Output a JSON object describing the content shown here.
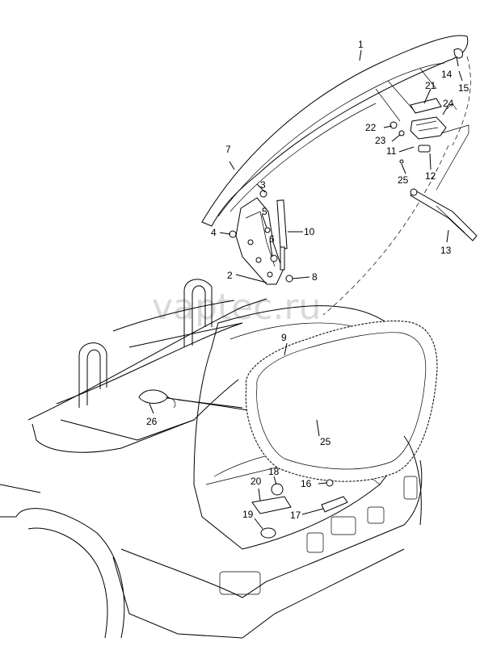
{
  "watermark": "vaptec.ru",
  "callouts": [
    {
      "id": "c1",
      "label": "1"
    },
    {
      "id": "c2",
      "label": "2"
    },
    {
      "id": "c3",
      "label": "3"
    },
    {
      "id": "c4",
      "label": "4"
    },
    {
      "id": "c5",
      "label": "5"
    },
    {
      "id": "c6",
      "label": "6"
    },
    {
      "id": "c7",
      "label": "7"
    },
    {
      "id": "c8",
      "label": "8"
    },
    {
      "id": "c9",
      "label": "9"
    },
    {
      "id": "c10",
      "label": "10"
    },
    {
      "id": "c11",
      "label": "11"
    },
    {
      "id": "c12",
      "label": "12"
    },
    {
      "id": "c13",
      "label": "13"
    },
    {
      "id": "c14",
      "label": "14"
    },
    {
      "id": "c15",
      "label": "15"
    },
    {
      "id": "c16",
      "label": "16"
    },
    {
      "id": "c17",
      "label": "17"
    },
    {
      "id": "c18",
      "label": "18"
    },
    {
      "id": "c19",
      "label": "19"
    },
    {
      "id": "c20",
      "label": "20"
    },
    {
      "id": "c21",
      "label": "21"
    },
    {
      "id": "c22",
      "label": "22"
    },
    {
      "id": "c23",
      "label": "23"
    },
    {
      "id": "c24",
      "label": "24"
    },
    {
      "id": "c25a",
      "label": "25"
    },
    {
      "id": "c25b",
      "label": "25"
    },
    {
      "id": "c26",
      "label": "26"
    }
  ]
}
